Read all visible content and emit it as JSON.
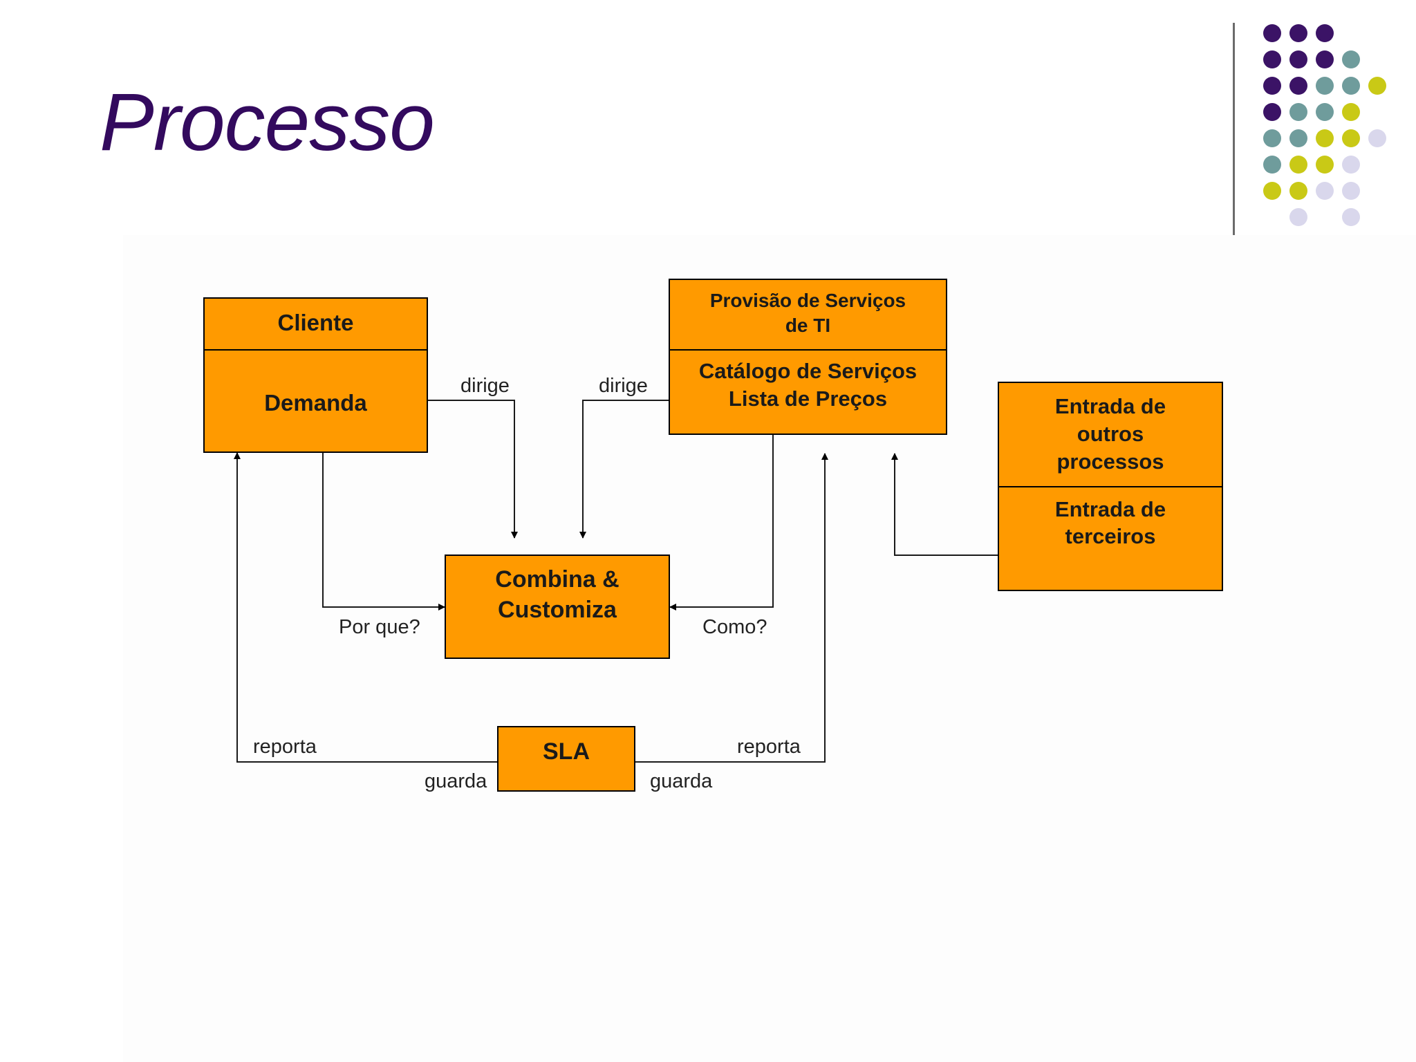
{
  "title": "Processo",
  "colors": {
    "title": "#330a5e",
    "box_fill": "#ff9a00",
    "dot_purple": "#3b1366",
    "dot_teal": "#6f9c9c",
    "dot_yellow": "#c9c916",
    "dot_lavender": "#d9d7ec"
  },
  "decor": {
    "dot_grid": [
      [
        "purple",
        "purple",
        "purple",
        "",
        "",
        ""
      ],
      [
        "purple",
        "purple",
        "purple",
        "teal",
        "",
        ""
      ],
      [
        "purple",
        "purple",
        "teal",
        "teal",
        "yellow",
        ""
      ],
      [
        "purple",
        "teal",
        "teal",
        "yellow",
        "",
        ""
      ],
      [
        "teal",
        "teal",
        "yellow",
        "yellow",
        "lavender",
        ""
      ],
      [
        "teal",
        "yellow",
        "yellow",
        "lavender",
        "",
        ""
      ],
      [
        "yellow",
        "yellow",
        "lavender",
        "lavender",
        "",
        ""
      ],
      [
        "",
        "lavender",
        "",
        "lavender",
        "",
        ""
      ]
    ]
  },
  "boxes": {
    "cliente": {
      "header": "Cliente",
      "body": "Demanda"
    },
    "provisao": {
      "header": "Provisão de Serviços\nde TI",
      "body": "Catálogo de Serviços\nLista de Preços"
    },
    "entrada": {
      "header": "Entrada de\noutros\nprocessos",
      "body": "Entrada de\nterceiros"
    },
    "combina": {
      "label": "Combina &\nCustomiza"
    },
    "sla": {
      "label": "SLA"
    }
  },
  "edge_labels": {
    "dirige_left": "dirige",
    "dirige_right": "dirige",
    "por_que": "Por que?",
    "como": "Como?",
    "reporta_left": "reporta",
    "reporta_right": "reporta",
    "guarda_left": "guarda",
    "guarda_right": "guarda"
  }
}
